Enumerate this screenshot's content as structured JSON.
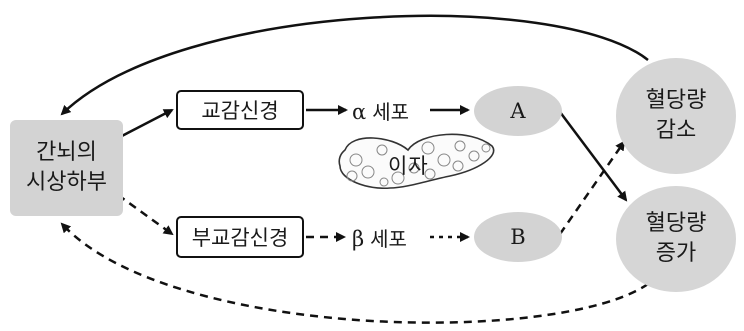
{
  "hypothalamus": {
    "line1": "간뇌의",
    "line2": "시상하부"
  },
  "sympathetic": "교감신경",
  "parasympathetic": "부교감신경",
  "alpha_cell": {
    "greek": "α",
    "word": "세포"
  },
  "beta_cell": {
    "greek": "β",
    "word": "세포"
  },
  "hormone_a": "A",
  "hormone_b": "B",
  "pancreas": "이자",
  "glucose_decrease": {
    "line1": "혈당량",
    "line2": "감소"
  },
  "glucose_increase": {
    "line1": "혈당량",
    "line2": "증가"
  }
}
